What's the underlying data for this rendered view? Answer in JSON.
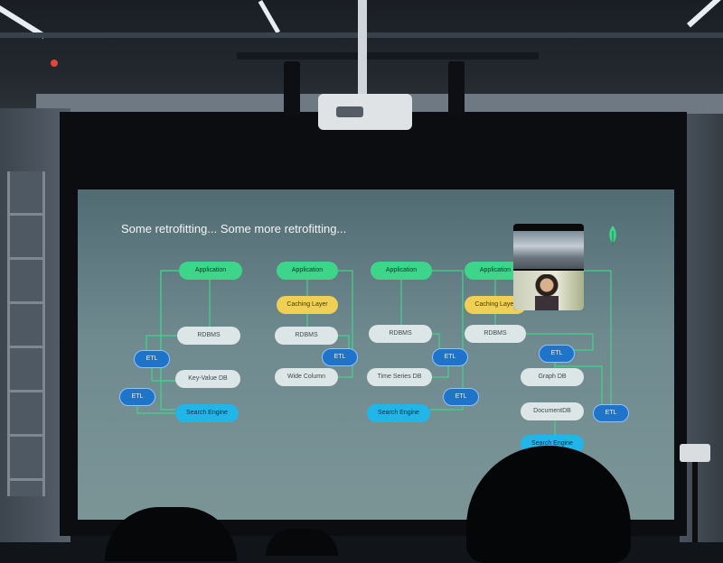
{
  "slide": {
    "title": "Some retrofitting... Some more retrofitting...",
    "colors": {
      "application": "#3dd58a",
      "caching_layer": "#f0cf55",
      "database": "#dde6e6",
      "etl": "#1f74c9",
      "search_engine": "#22b6e8",
      "background": "#6f8a8f"
    },
    "diagrams": [
      {
        "nodes": [
          {
            "label": "Application",
            "kind": "app"
          },
          {
            "label": "RDBMS",
            "kind": "db"
          },
          {
            "label": "ETL",
            "kind": "etl"
          },
          {
            "label": "Key-Value DB",
            "kind": "db"
          },
          {
            "label": "ETL",
            "kind": "etl"
          },
          {
            "label": "Search Engine",
            "kind": "search"
          }
        ]
      },
      {
        "nodes": [
          {
            "label": "Application",
            "kind": "app"
          },
          {
            "label": "Caching Layer",
            "kind": "cache"
          },
          {
            "label": "RDBMS",
            "kind": "db"
          },
          {
            "label": "ETL",
            "kind": "etl"
          },
          {
            "label": "Wide Column",
            "kind": "db"
          }
        ]
      },
      {
        "nodes": [
          {
            "label": "Application",
            "kind": "app"
          },
          {
            "label": "RDBMS",
            "kind": "db"
          },
          {
            "label": "ETL",
            "kind": "etl"
          },
          {
            "label": "Time Series DB",
            "kind": "db"
          },
          {
            "label": "ETL",
            "kind": "etl"
          },
          {
            "label": "Search Engine",
            "kind": "search"
          }
        ]
      },
      {
        "nodes": [
          {
            "label": "Application",
            "kind": "app"
          },
          {
            "label": "Caching Layer",
            "kind": "cache"
          },
          {
            "label": "RDBMS",
            "kind": "db"
          },
          {
            "label": "ETL",
            "kind": "etl"
          },
          {
            "label": "Graph DB",
            "kind": "db"
          },
          {
            "label": "DocumentDB",
            "kind": "db"
          },
          {
            "label": "ETL",
            "kind": "etl"
          },
          {
            "label": "Search Engine",
            "kind": "search"
          }
        ]
      }
    ],
    "brand_icon": "leaf-icon"
  },
  "scene": {
    "projector_icon": "projector-icon",
    "webcam_icon": "video-feed-icon"
  }
}
